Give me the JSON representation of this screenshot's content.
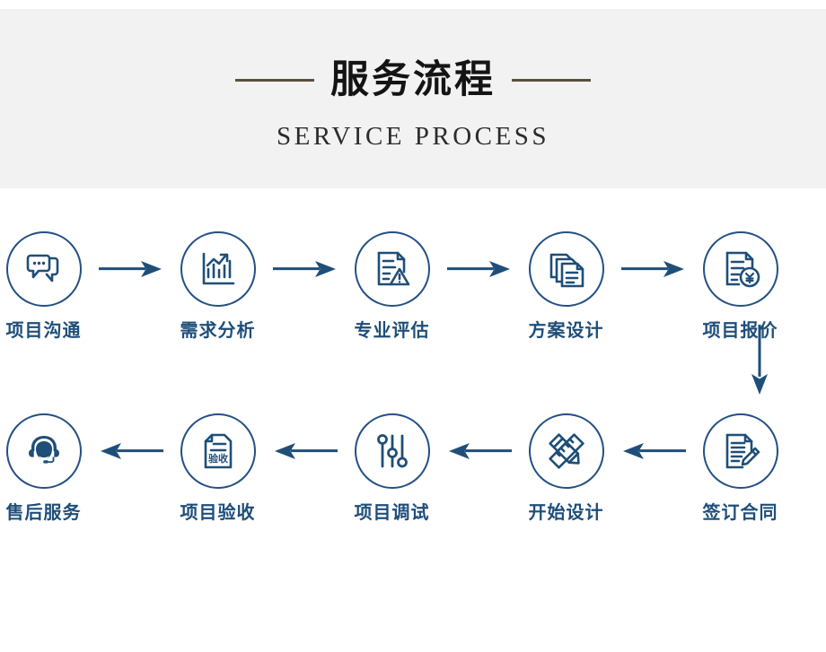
{
  "header": {
    "title": "服务流程",
    "subtitle": "SERVICE  PROCESS",
    "band_color": "#f2f2f2",
    "line_color": "#5b4f3d",
    "title_color": "#141414"
  },
  "theme": {
    "accent": "#1f4e79",
    "circle_stroke": "#235084",
    "arrow_color": "#1f4e79",
    "page_background": "#ffffff"
  },
  "flow": {
    "row1_direction": "left-to-right",
    "row2_direction": "right-to-left",
    "connector": "down-arrow",
    "steps": [
      {
        "index": "1",
        "label": "项目沟通",
        "icon": "chat-bubbles-icon"
      },
      {
        "index": "2",
        "label": "需求分析",
        "icon": "bar-chart-trend-icon"
      },
      {
        "index": "3",
        "label": "专业评估",
        "icon": "document-warning-icon"
      },
      {
        "index": "4",
        "label": "方案设计",
        "icon": "stacked-documents-icon"
      },
      {
        "index": "5",
        "label": "项目报价",
        "icon": "document-yuan-icon"
      },
      {
        "index": "6",
        "label": "签订合同",
        "icon": "document-pen-icon"
      },
      {
        "index": "7",
        "label": "开始设计",
        "icon": "ruler-pencil-cross-icon"
      },
      {
        "index": "8",
        "label": "项目调试",
        "icon": "sliders-icon"
      },
      {
        "index": "9",
        "label": "项目验收",
        "icon": "document-acceptance-icon"
      },
      {
        "index": "10",
        "label": "售后服务",
        "icon": "headset-support-icon"
      }
    ],
    "icon_inline_text": {
      "acceptance_doc": "验收",
      "quote_badge": "¥"
    }
  }
}
